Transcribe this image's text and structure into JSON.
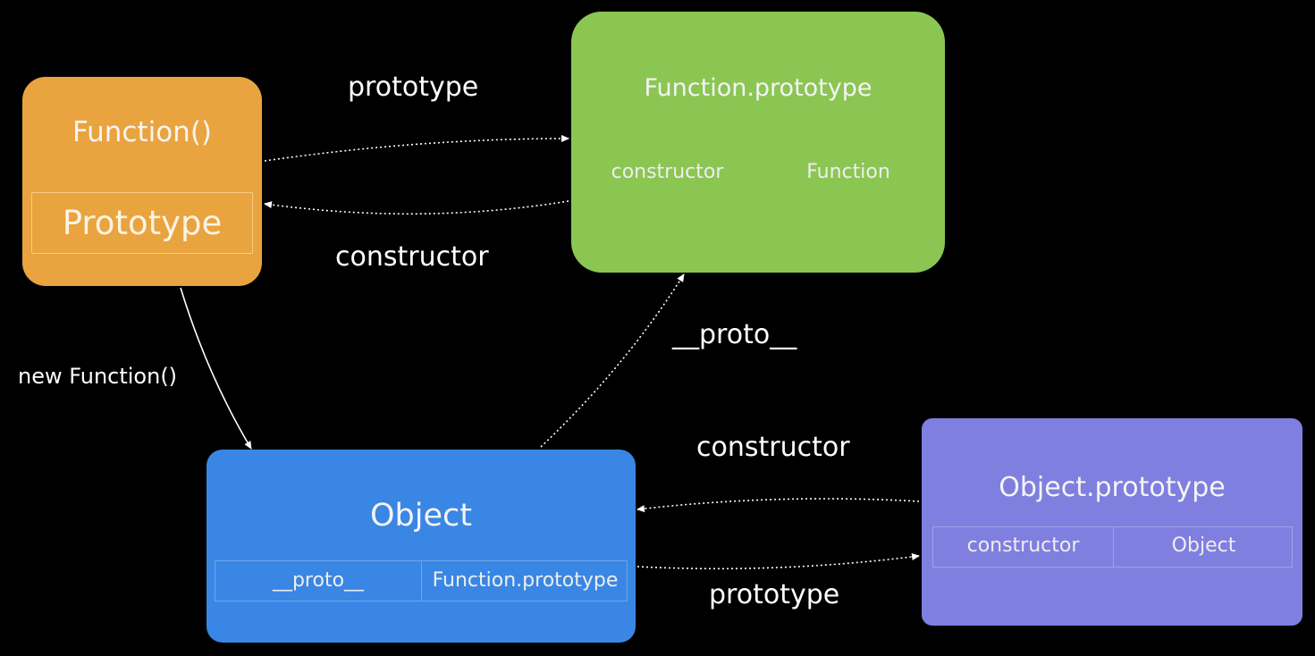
{
  "colors": {
    "background": "#000000",
    "function_node": "#e9a43f",
    "function_prototype_node": "#8bc653",
    "object_node": "#3a86e4",
    "object_prototype_node": "#7f7fe0",
    "edge": "#ffffff"
  },
  "nodes": {
    "function": {
      "title": "Function()",
      "prototype_box": "Prototype"
    },
    "function_prototype": {
      "title": "Function.prototype",
      "constructor_key": "constructor",
      "constructor_value": "Function"
    },
    "object": {
      "title": "Object",
      "proto_key": "__proto__",
      "proto_value": "Function.prototype"
    },
    "object_prototype": {
      "title": "Object.prototype",
      "constructor_key": "constructor",
      "constructor_value": "Object"
    }
  },
  "edges": {
    "function_to_fproto": "prototype",
    "fproto_to_function": "constructor",
    "function_to_object": "new Function()",
    "object_to_fproto": "__proto__",
    "oproto_to_object": "constructor",
    "object_to_oproto": "prototype"
  }
}
